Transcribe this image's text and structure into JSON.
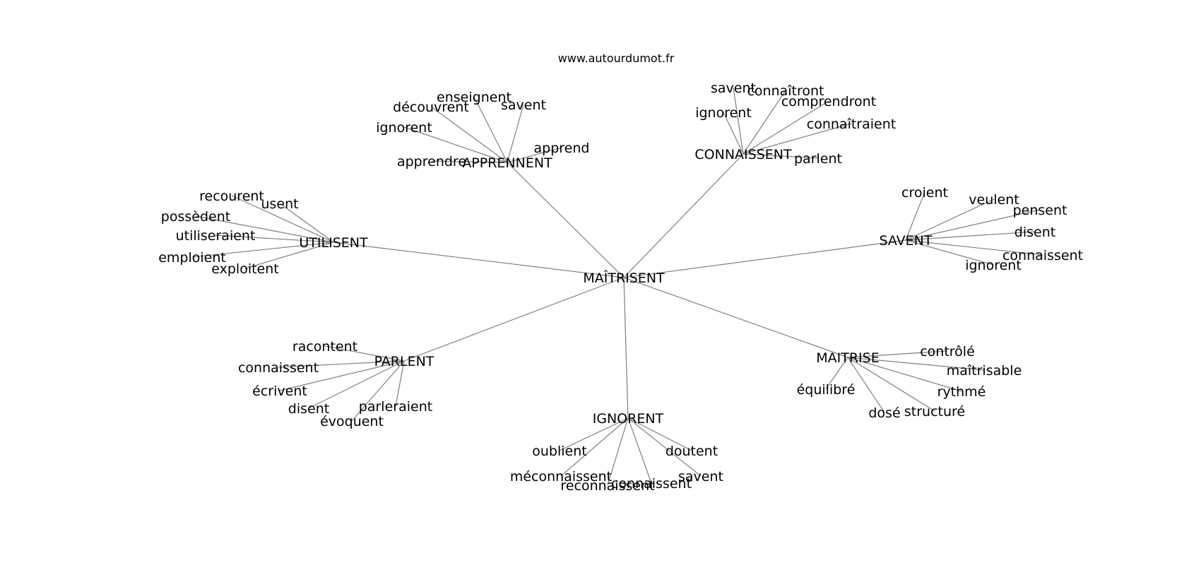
{
  "source": "www.autourdumot.fr",
  "center": "MAÎTRISENT",
  "clusters": [
    {
      "label": "APPRENNENT",
      "leaves": [
        "apprendre",
        "ignorent",
        "découvrent",
        "enseignent",
        "savent",
        "apprend"
      ]
    },
    {
      "label": "CONNAISSENT",
      "leaves": [
        "savent",
        "connaîtront",
        "ignorent",
        "comprendront",
        "connaîtraient",
        "parlent"
      ]
    },
    {
      "label": "UTILISENT",
      "leaves": [
        "recourent",
        "usent",
        "possèdent",
        "utiliseraient",
        "emploient",
        "exploitent"
      ]
    },
    {
      "label": "SAVENT",
      "leaves": [
        "croient",
        "veulent",
        "pensent",
        "disent",
        "connaissent",
        "ignorent"
      ]
    },
    {
      "label": "PARLENT",
      "leaves": [
        "racontent",
        "connaissent",
        "écrivent",
        "disent",
        "évoquent",
        "parleraient"
      ]
    },
    {
      "label": "MAITRISE",
      "leaves": [
        "contrôlé",
        "maîtrisable",
        "rythmé",
        "structuré",
        "dosé",
        "équilibré"
      ]
    },
    {
      "label": "IGNORENT",
      "leaves": [
        "oublient",
        "méconnaissent",
        "reconnaissent",
        "connaissent",
        "savent",
        "doutent"
      ]
    }
  ]
}
